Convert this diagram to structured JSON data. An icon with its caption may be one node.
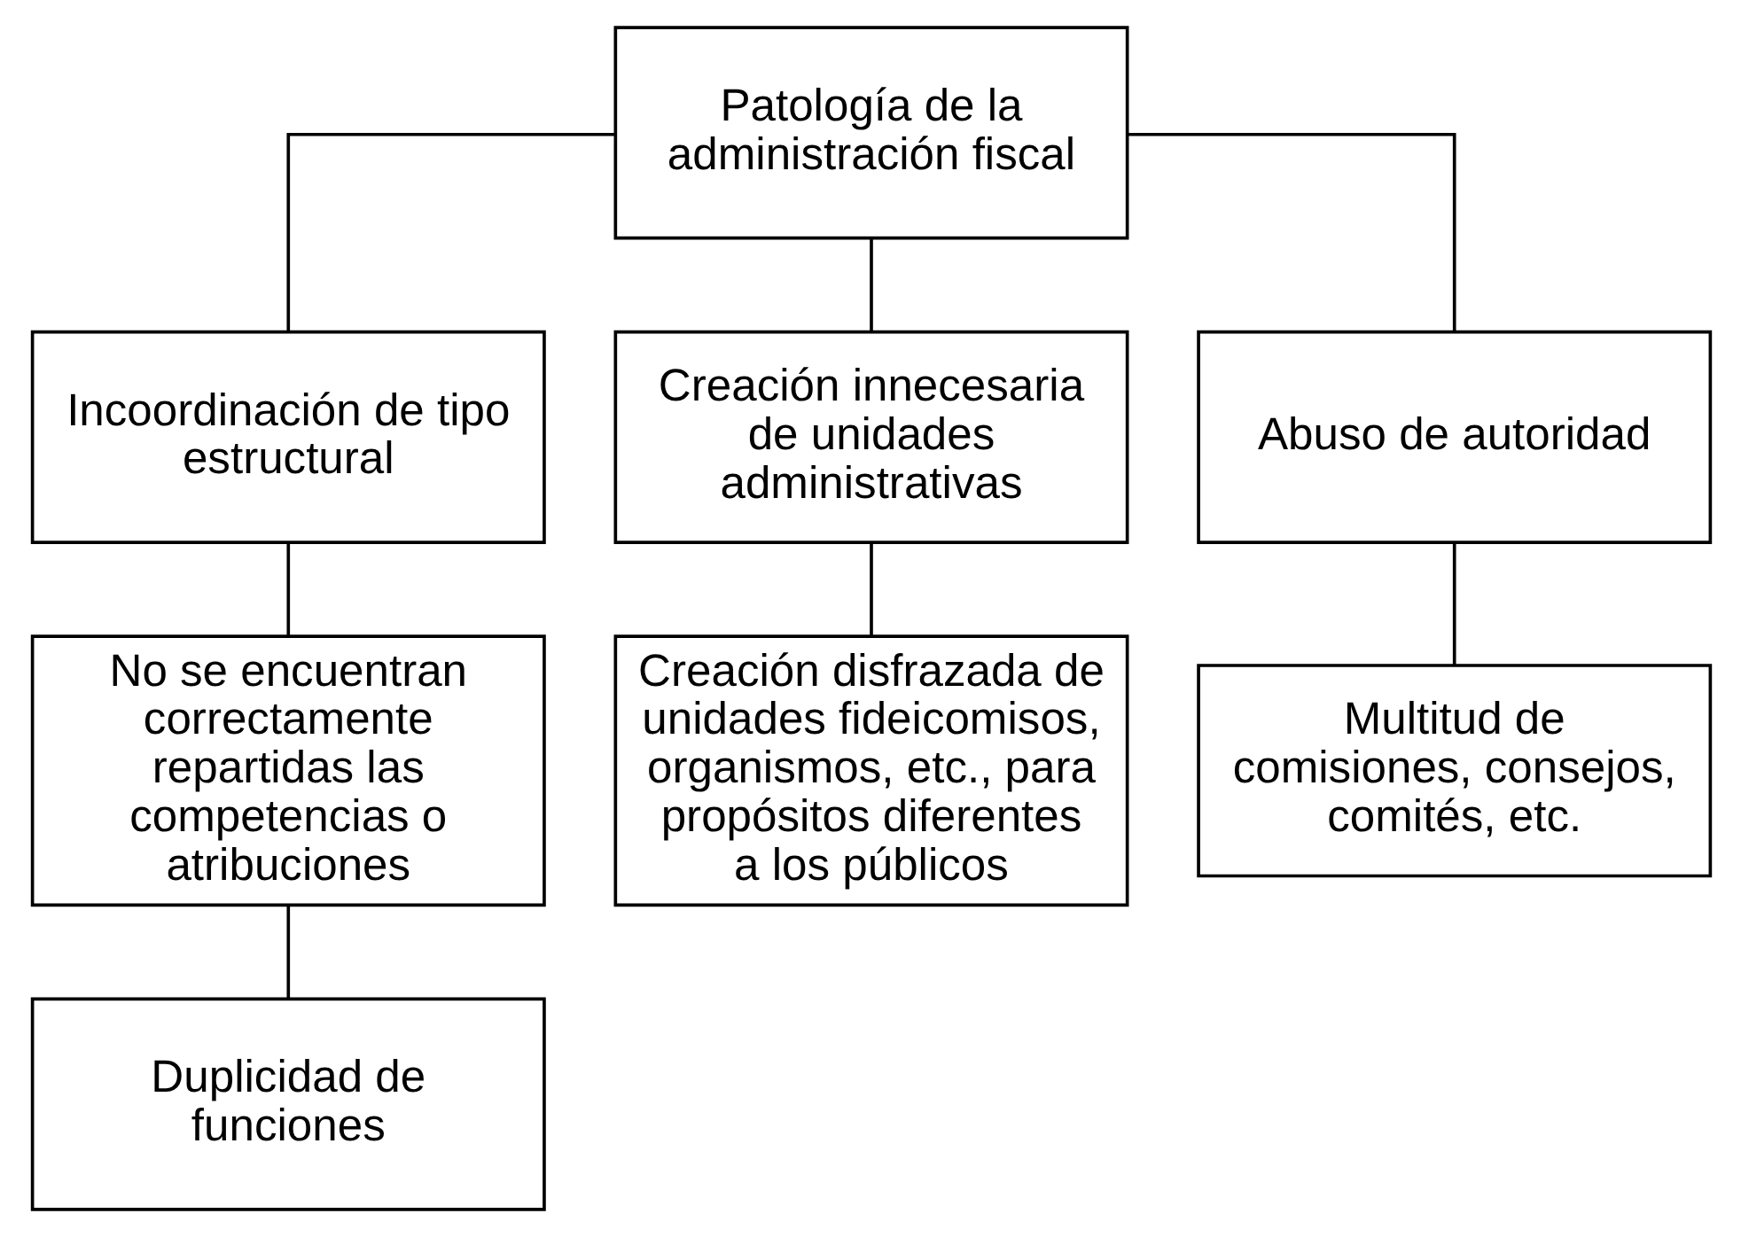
{
  "diagram": {
    "nodes": [
      {
        "text": [
          "Patología de la administración fiscal"
        ]
      },
      {
        "text": [
          "Incoordinación de tipo estructural"
        ]
      },
      {
        "text": [
          "Creación innecesaria de unidades administrativas"
        ]
      },
      {
        "text": [
          "Abuso de autoridad"
        ]
      },
      {
        "text": [
          "No se encuentran correctamente repartidas las competencias o atribuciones"
        ]
      },
      {
        "text": [
          "Creación disfrazada de unidades fideicomisos, organismos, etc., para propósitos diferentes a los públicos"
        ]
      },
      {
        "text": [
          "Multitud de comisiones, consejos, comités, etc."
        ]
      },
      {
        "text": [
          "Duplicidad de funciones"
        ]
      }
    ],
    "edges": [
      {
        "from": 0,
        "to": 1,
        "arrow": "none"
      },
      {
        "from": 0,
        "to": 2,
        "arrow": "none"
      },
      {
        "from": 0,
        "to": 3,
        "arrow": "none"
      },
      {
        "from": 1,
        "to": 4,
        "arrow": "none"
      },
      {
        "from": 2,
        "to": 5,
        "arrow": "none"
      },
      {
        "from": 3,
        "to": 6,
        "arrow": "none"
      },
      {
        "from": 4,
        "to": 7,
        "arrow": "none"
      }
    ]
  }
}
